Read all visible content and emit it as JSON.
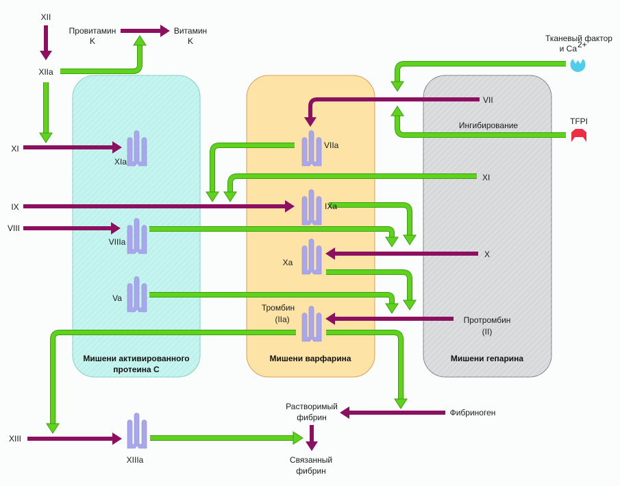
{
  "colors": {
    "activation_arrow": "#8b1060",
    "stimulation_arrow": "#5fd31c",
    "stimulation_outline": "#3b9d12",
    "molecule": "#a9a7ec",
    "panel_protein_c": "#bff2ec",
    "panel_warfarin": "#fde3a6",
    "panel_heparin": "#d6d8da",
    "tissue_factor": "#4fcdea",
    "tfpi": "#ef2c45"
  },
  "panels": [
    {
      "id": "protein-c",
      "title_line1": "Мишени активированного",
      "title_line2": "протеина С"
    },
    {
      "id": "warfarin",
      "title_line1": "Мишени варфарина",
      "title_line2": ""
    },
    {
      "id": "heparin",
      "title_line1": "Мишени гепарина",
      "title_line2": ""
    }
  ],
  "labels": {
    "xii": "XII",
    "xiia": "XIIa",
    "provitamin_k_1": "Провитамин",
    "provitamin_k_2": "K",
    "vitamin_k_1": "Витамин",
    "vitamin_k_2": "K",
    "tissue_factor_1": "Тканевый фактор",
    "tissue_factor_2": "и Ca",
    "tissue_factor_sup": "2+",
    "tfpi": "TFPI",
    "inhibition": "Ингибирование",
    "vii": "VII",
    "viia": "VIIa",
    "xi_left": "XI",
    "xia": "XIa",
    "xi_right": "XI",
    "ix": "IX",
    "ixa": "IXa",
    "viii": "VIII",
    "viiia": "VIIIa",
    "x": "X",
    "xa": "Xa",
    "va": "Va",
    "thrombin_1": "Тромбин",
    "thrombin_2": "(IIa)",
    "prothrombin_1": "Протромбин",
    "prothrombin_2": "(II)",
    "xiii": "XIII",
    "xiiia": "XIIIa",
    "soluble_fibrin_1": "Растворимый",
    "soluble_fibrin_2": "фибрин",
    "fibrinogen": "Фибриноген",
    "bound_fibrin_1": "Связанный",
    "bound_fibrin_2": "фибрин"
  }
}
